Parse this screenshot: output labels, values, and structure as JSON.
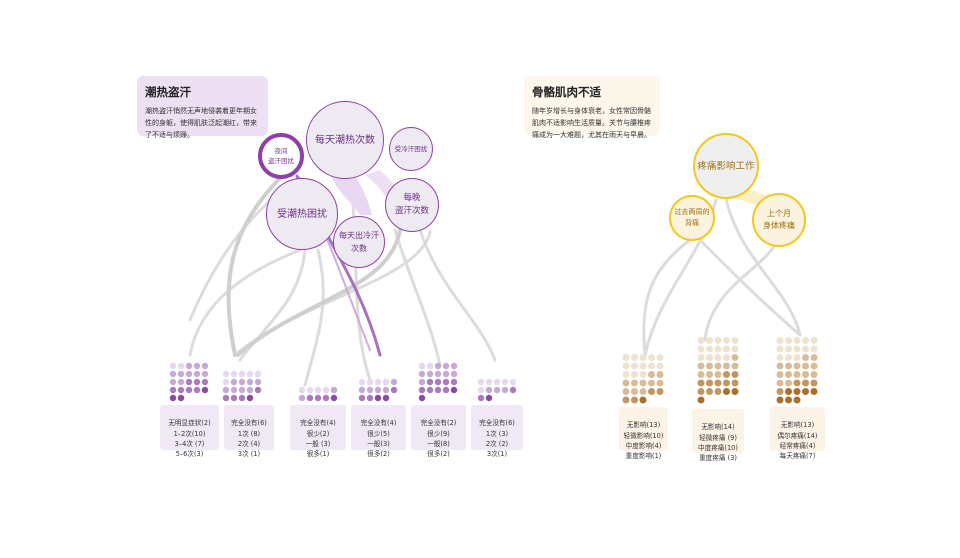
{
  "left_panel": {
    "title": "潮热盗汗",
    "description": "潮热盗汗悄然无声地侵袭着更年期女性的身躯，使得肌肤泛起潮红，带来了不适与烦躁。",
    "colors": {
      "accent": "#8f3fa8",
      "node_fill": "#eeeaf2",
      "card_bg": "#ece0f2",
      "label_bg": "#f0e8f5",
      "dot_light": "#e6d9ee",
      "dot_dark": "#8a4aa6"
    },
    "nodes": {
      "night_sweat_trouble": "夜间\n盗汗困扰",
      "daily_hot_flash_count": "每天潮热次数",
      "sweat_chill_trouble": "受冷汗困扰",
      "nightly_sweat_count": "每晚\n盗汗次数",
      "hot_flash_trouble": "受潮热困扰",
      "daily_cold_sweat_count": "每天出冷汗\n次数"
    },
    "groups": [
      {
        "rows": [
          "无明显症状(2)",
          "1–2次(10)",
          "3–4次 (7)",
          "5–6次(3)"
        ],
        "counts": [
          2,
          10,
          7,
          3
        ]
      },
      {
        "rows": [
          "完全没有(6)",
          "1次 (8)",
          "2次 (4)",
          "3次 (1)"
        ],
        "counts": [
          6,
          8,
          4,
          1
        ]
      },
      {
        "rows": [
          "完全没有(4)",
          "很少(2)",
          "一般 (3)",
          "很多(1)"
        ],
        "counts": [
          4,
          2,
          3,
          1
        ]
      },
      {
        "rows": [
          "完全没有(4)",
          "很少(5)",
          "一般(3)",
          "很多(2)"
        ],
        "counts": [
          4,
          5,
          3,
          2
        ]
      },
      {
        "rows": [
          "完全没有(2)",
          "很少(9)",
          "一般(8)",
          "很多(2)"
        ],
        "counts": [
          2,
          9,
          8,
          2
        ]
      },
      {
        "rows": [
          "完全没有(6)",
          "1次 (3)",
          "2次 (2)",
          "3次(1)"
        ],
        "counts": [
          6,
          3,
          2,
          1
        ]
      }
    ]
  },
  "right_panel": {
    "title": "骨骼肌肉不适",
    "description": "随年岁增长与身体衰老，女性常因骨骼肌肉不适影响生活质量。关节与腰椎疼痛成为一大难题，尤其在雨天与早晨。",
    "colors": {
      "accent": "#f2c81f",
      "node_fill": "#efefef",
      "card_bg": "#fdf6ea",
      "label_bg": "#fbf3e6",
      "dot_light": "#efe2d0",
      "dot_dark": "#a9702c"
    },
    "nodes": {
      "pain_affects_work": "疼痛影响工作",
      "back_pain_two_weeks": "过去两周的\n背痛",
      "body_pain_last_month": "上个月\n身体疼痛"
    },
    "groups": [
      {
        "rows": [
          "无影响(13)",
          "轻微影响(10)",
          "中度影响(4)",
          "重度影响(1)"
        ],
        "counts": [
          13,
          10,
          4,
          1
        ]
      },
      {
        "rows": [
          "无影响(14)",
          "轻微疼痛 (9)",
          "中度疼痛(10)",
          "重度疼痛 (3)"
        ],
        "counts": [
          14,
          9,
          10,
          3
        ]
      },
      {
        "rows": [
          "无影响(13)",
          "偶尔疼痛(14)",
          "经常疼痛(4)",
          "每天疼痛(7)"
        ],
        "counts": [
          13,
          14,
          4,
          7
        ]
      }
    ]
  }
}
